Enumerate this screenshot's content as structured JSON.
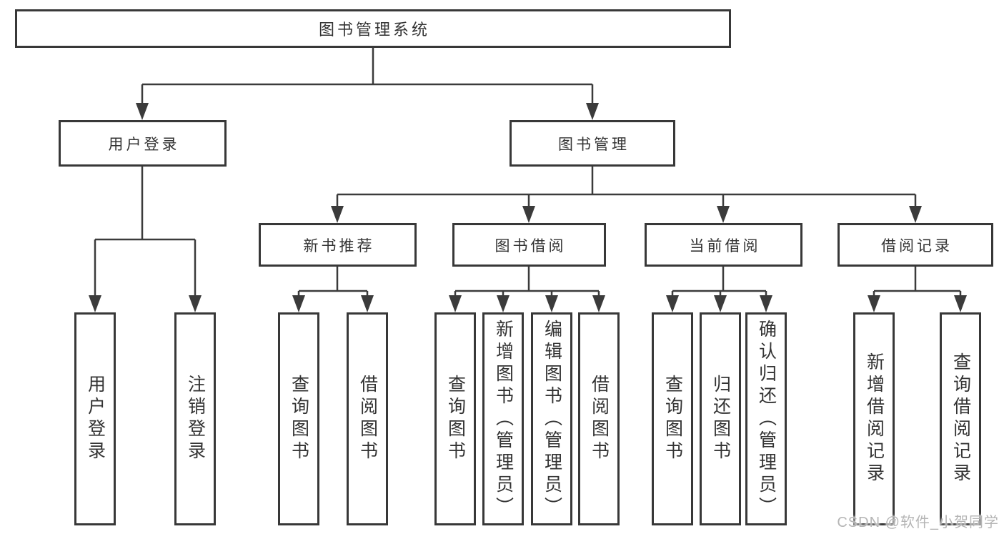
{
  "watermark": "CSDN @软件_小贺同学",
  "colors": {
    "line": "#3b3b3b",
    "box_border": "#383838",
    "text": "#333333",
    "watermark": "#b5b5b5",
    "background": "#ffffff"
  },
  "tree": {
    "label": "图书管理系统",
    "children": [
      {
        "label": "用户登录",
        "children": [
          {
            "label": "用户登录"
          },
          {
            "label": "注销登录"
          }
        ]
      },
      {
        "label": "图书管理",
        "children": [
          {
            "label": "新书推荐",
            "children": [
              {
                "label": "查询图书"
              },
              {
                "label": "借阅图书"
              }
            ]
          },
          {
            "label": "图书借阅",
            "children": [
              {
                "label": "查询图书"
              },
              {
                "label": "新增图书（管理员）"
              },
              {
                "label": "编辑图书（管理员）"
              },
              {
                "label": "借阅图书"
              }
            ]
          },
          {
            "label": "当前借阅",
            "children": [
              {
                "label": "查询图书"
              },
              {
                "label": "归还图书"
              },
              {
                "label": "确认归还（管理员）"
              }
            ]
          },
          {
            "label": "借阅记录",
            "children": [
              {
                "label": "新增借阅记录"
              },
              {
                "label": "查询借阅记录"
              }
            ]
          }
        ]
      }
    ]
  }
}
